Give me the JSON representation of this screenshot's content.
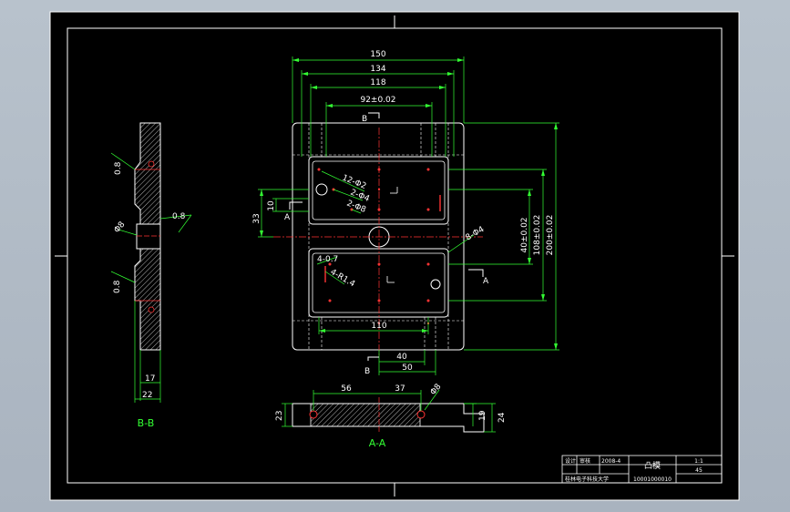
{
  "drawing": {
    "front_dims": {
      "w150": "150",
      "w134": "134",
      "w118": "118",
      "w92": "92±0.02",
      "w110": "110",
      "w40": "40",
      "w50": "50",
      "h33": "33",
      "h10": "10",
      "v40": "40±0.02",
      "v108": "108±0.02",
      "v200": "200±0.02"
    },
    "callouts": {
      "c12": "12-Φ2",
      "c2a": "2-Φ4",
      "c2b": "2-Φ8",
      "c4a": "4-0.7",
      "c4b": "4-R1.4",
      "c8": "8-Φ4"
    },
    "section_marks": {
      "a": "A",
      "b": "B"
    },
    "side_dims": {
      "r08a": "0.8",
      "r08b": "0.8",
      "r08c": "0.8",
      "d8": "Φ8",
      "w17": "17",
      "w22": "22"
    },
    "bottom_dims": {
      "w56": "56",
      "w37": "37",
      "d8": "Φ8",
      "h23": "23",
      "h19": "19",
      "h24": "24"
    },
    "view_labels": {
      "bb": "B-B",
      "aa": "A-A"
    }
  },
  "title_block": {
    "r1c1": "设计",
    "r1c2": "审核",
    "r1c3": "2008-4",
    "r2c1": "桂林电子科技大学",
    "part_name": "凸模",
    "scale": "1:1",
    "material": "45",
    "code": "10001000010"
  }
}
